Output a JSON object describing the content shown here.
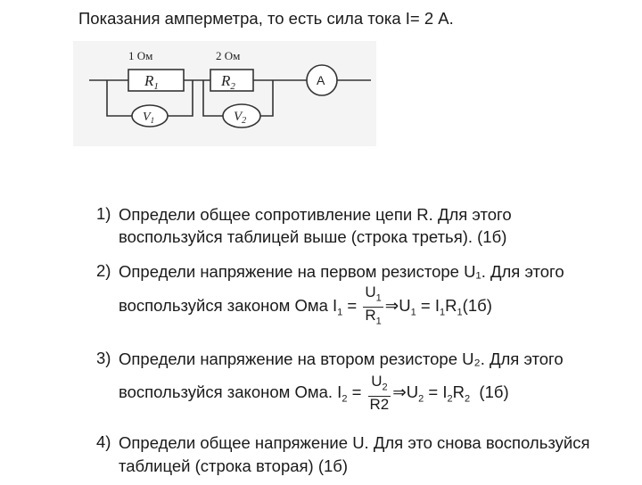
{
  "heading": "Показания амперметра, то есть сила тока I= 2 А.",
  "circuit": {
    "r1_value": "1 Ом",
    "r2_value": "2 Ом",
    "r1_label": "R",
    "r1_sub": "1",
    "r2_label": "R",
    "r2_sub": "2",
    "v1_label": "V",
    "v1_sub": "1",
    "v2_label": "V",
    "v2_sub": "2",
    "ammeter_label": "A"
  },
  "questions": [
    {
      "number": "1)",
      "line1": "Определи общее сопротивление цепи R.  Для этого",
      "line2": "воспользуйся таблицей выше (строка третья). (1б)"
    },
    {
      "number": "2)",
      "line1": "Определи напряжение на первом резисторе U₁.  Для этого",
      "line2_prefix": "воспользуйся законом Ома I",
      "i_sub": "1",
      "eq": " = ",
      "frac_top": "U",
      "frac_top_sub": "1",
      "frac_bot": "R",
      "frac_bot_sub": "1",
      "arrow": "⇒U",
      "u_sub": "1",
      "rhs": " = I",
      "rhs_i_sub": "1",
      "rhs_r": "R",
      "rhs_r_sub": "1",
      "points": "(1б)"
    },
    {
      "number": "3)",
      "line1": "Определи напряжение на втором резисторе U₂. Для этого",
      "line2_prefix": "воспользуйся законом Ома. I",
      "i_sub": "2",
      "eq": " = ",
      "frac_top": "U",
      "frac_top_sub": "2",
      "frac_bot": "R2",
      "arrow": "⇒U",
      "u_sub": "2",
      "rhs": " = I",
      "rhs_i_sub": "2",
      "rhs_r": "R",
      "rhs_r_sub": "2",
      "points": "(1б)"
    },
    {
      "number": "4)",
      "line1": "Определи общее напряжение U.   Для это снова воспользуйся",
      "line2": "таблицей  (строка вторая) (1б)"
    }
  ]
}
